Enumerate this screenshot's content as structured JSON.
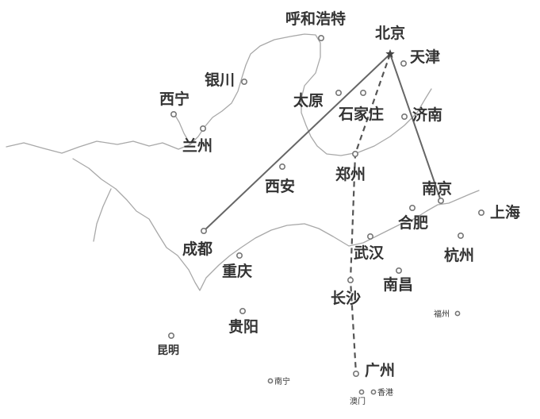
{
  "cities": [
    {
      "id": "beijing",
      "label": "北京",
      "size": "lg",
      "marker": "star"
    },
    {
      "id": "hohhot",
      "label": "呼和浩特",
      "size": "lg",
      "marker": "dot"
    },
    {
      "id": "tianjin",
      "label": "天津",
      "size": "lg",
      "marker": "dot"
    },
    {
      "id": "yinchuan",
      "label": "银川",
      "size": "lg",
      "marker": "dot"
    },
    {
      "id": "xining",
      "label": "西宁",
      "size": "lg",
      "marker": "dot"
    },
    {
      "id": "taiyuan",
      "label": "太原",
      "size": "lg",
      "marker": "dot"
    },
    {
      "id": "shijiazhuang",
      "label": "石家庄",
      "size": "lg",
      "marker": "dot"
    },
    {
      "id": "jinan",
      "label": "济南",
      "size": "lg",
      "marker": "dot"
    },
    {
      "id": "lanzhou",
      "label": "兰州",
      "size": "lg",
      "marker": "dot"
    },
    {
      "id": "zhengzhou",
      "label": "郑州",
      "size": "lg",
      "marker": "dot"
    },
    {
      "id": "xian",
      "label": "西安",
      "size": "lg",
      "marker": "dot"
    },
    {
      "id": "nanjing",
      "label": "南京",
      "size": "lg",
      "marker": "dot"
    },
    {
      "id": "shanghai",
      "label": "上海",
      "size": "lg",
      "marker": "dot"
    },
    {
      "id": "hefei",
      "label": "合肥",
      "size": "lg",
      "marker": "dot"
    },
    {
      "id": "chengdu",
      "label": "成都",
      "size": "lg",
      "marker": "dot"
    },
    {
      "id": "wuhan",
      "label": "武汉",
      "size": "lg",
      "marker": "dot"
    },
    {
      "id": "hangzhou",
      "label": "杭州",
      "size": "lg",
      "marker": "dot"
    },
    {
      "id": "chongqing",
      "label": "重庆",
      "size": "lg",
      "marker": "dot"
    },
    {
      "id": "nanchang",
      "label": "南昌",
      "size": "lg",
      "marker": "dot"
    },
    {
      "id": "changsha",
      "label": "长沙",
      "size": "lg",
      "marker": "dot"
    },
    {
      "id": "guiyang",
      "label": "贵阳",
      "size": "lg",
      "marker": "dot"
    },
    {
      "id": "fuzhou",
      "label": "福州",
      "size": "sm",
      "marker": "dot"
    },
    {
      "id": "kunming",
      "label": "昆明",
      "size": "md",
      "marker": "dot"
    },
    {
      "id": "guangzhou",
      "label": "广州",
      "size": "lg",
      "marker": "dot"
    },
    {
      "id": "nanning",
      "label": "南宁",
      "size": "sm",
      "marker": "dot"
    },
    {
      "id": "macau",
      "label": "澳门",
      "size": "sm",
      "marker": "dot"
    },
    {
      "id": "hongkong",
      "label": "香港",
      "size": "sm",
      "marker": "dot"
    }
  ],
  "routes": [
    {
      "name": "beijing-chengdu",
      "style": "solid",
      "stops": [
        "beijing",
        "chengdu"
      ]
    },
    {
      "name": "beijing-nanjing",
      "style": "solid",
      "stops": [
        "beijing",
        "nanjing"
      ]
    },
    {
      "name": "beijing-guangzhou",
      "style": "dashed",
      "stops": [
        "beijing",
        "zhengzhou",
        "changsha",
        "guangzhou"
      ]
    }
  ],
  "colors": {
    "river": "#a8a8a8",
    "route": "#666666",
    "text": "#333333"
  }
}
